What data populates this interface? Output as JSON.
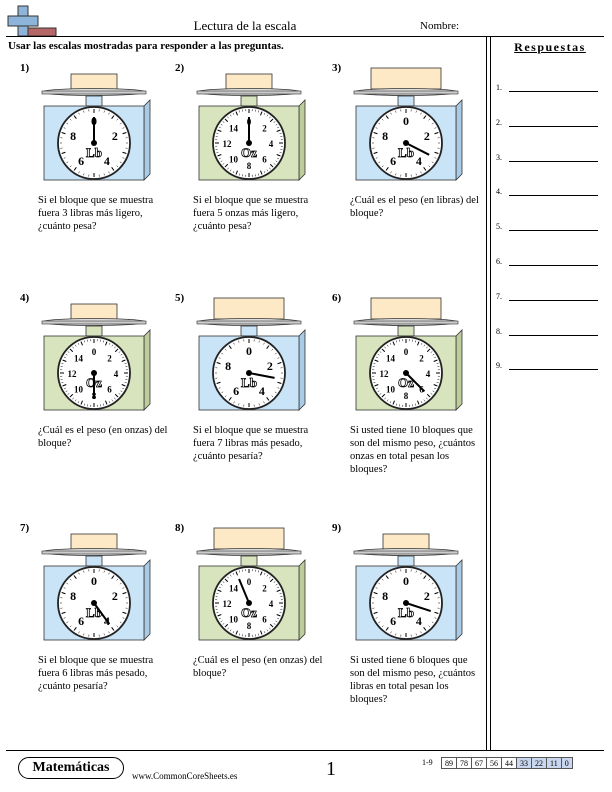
{
  "header": {
    "title": "Lectura de la escala",
    "name_label": "Nombre:"
  },
  "instructions": "Usar las escalas mostradas para responder a las preguntas.",
  "answers": {
    "title": "Respuestas",
    "numbers": [
      "1.",
      "2.",
      "3.",
      "4.",
      "5.",
      "6.",
      "7.",
      "8.",
      "9."
    ]
  },
  "colors": {
    "blue_body": "#c9e3f7",
    "green_body": "#d7e4bd",
    "block": "#fde9c6",
    "logo_cross": "#8fb4da",
    "logo_bar": "#b56666"
  },
  "problems": [
    {
      "num": "1)",
      "text": "Si el bloque que se muestra fuera 3 libras más ligero, ¿cuánto pesa?",
      "unit": "Lb",
      "labels": [
        "0",
        "2",
        "4",
        "6",
        "8"
      ],
      "theme": "blue",
      "block": "small",
      "hand_fraction": 0.0
    },
    {
      "num": "2)",
      "text": "Si el bloque que se muestra fuera 5 onzas más ligero, ¿cuánto pesa?",
      "unit": "Oz",
      "labels": [
        "0",
        "2",
        "4",
        "6",
        "8",
        "10",
        "12",
        "14"
      ],
      "theme": "green",
      "block": "small",
      "hand_fraction": 0.0
    },
    {
      "num": "3)",
      "text": "¿Cuál es el peso (en libras) del bloque?",
      "unit": "Lb",
      "labels": [
        "0",
        "2",
        "4",
        "6",
        "8"
      ],
      "theme": "blue",
      "block": "large",
      "hand_fraction": 0.325
    },
    {
      "num": "4)",
      "text": "¿Cuál es el peso (en onzas) del bloque?",
      "unit": "Oz",
      "labels": [
        "0",
        "2",
        "4",
        "6",
        "8",
        "10",
        "12",
        "14"
      ],
      "theme": "green",
      "block": "small",
      "hand_fraction": 0.5
    },
    {
      "num": "5)",
      "text": "Si el bloque que se muestra fuera 7 libras más pesado, ¿cuánto pesaría?",
      "unit": "Lb",
      "labels": [
        "0",
        "2",
        "4",
        "6",
        "8"
      ],
      "theme": "blue",
      "block": "large",
      "hand_fraction": 0.28
    },
    {
      "num": "6)",
      "text": "Si usted tiene 10 bloques que son del mismo peso, ¿cuántos onzas en total pesan los bloques?",
      "unit": "Oz",
      "labels": [
        "0",
        "2",
        "4",
        "6",
        "8",
        "10",
        "12",
        "14"
      ],
      "theme": "green",
      "block": "large",
      "hand_fraction": 0.375
    },
    {
      "num": "7)",
      "text": "Si el bloque que se muestra fuera 6 libras más pesado, ¿cuánto pesaría?",
      "unit": "Lb",
      "labels": [
        "0",
        "2",
        "4",
        "6",
        "8"
      ],
      "theme": "blue",
      "block": "small",
      "hand_fraction": 0.4
    },
    {
      "num": "8)",
      "text": "¿Cuál es el peso (en onzas) del bloque?",
      "unit": "Oz",
      "labels": [
        "0",
        "2",
        "4",
        "6",
        "8",
        "10",
        "12",
        "14"
      ],
      "theme": "green",
      "block": "large",
      "hand_fraction": 0.9375
    },
    {
      "num": "9)",
      "text": "Si usted tiene 6 bloques que son del mismo peso, ¿cuántos libras en total pesan los bloques?",
      "unit": "Lb",
      "labels": [
        "0",
        "2",
        "4",
        "6",
        "8"
      ],
      "theme": "blue",
      "block": "small",
      "hand_fraction": 0.3
    }
  ],
  "footer": {
    "brand": "Matemáticas",
    "site": "www.CommonCoreSheets.es",
    "page": "1",
    "range": "1-9",
    "scores": [
      "89",
      "78",
      "67",
      "56",
      "44",
      "33",
      "22",
      "11",
      "0"
    ]
  }
}
